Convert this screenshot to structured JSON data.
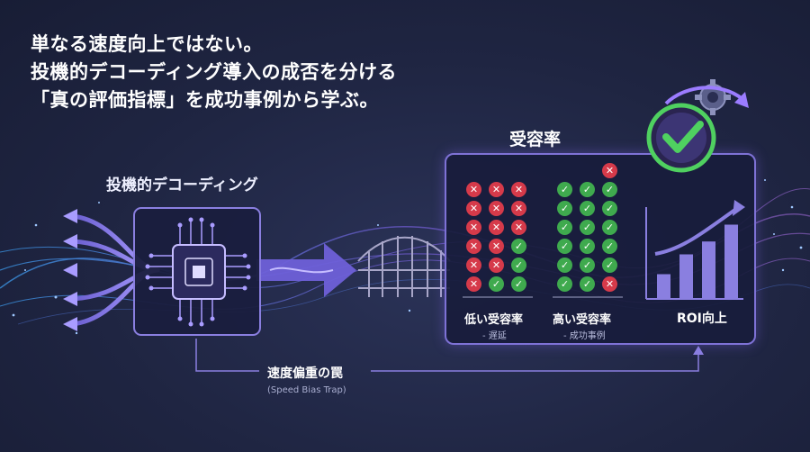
{
  "headline": {
    "line1": "単なる速度向上ではない。",
    "line2": "投機的デコーディング導入の成否を分ける",
    "line3": "「真の評価指標」を成功事例から学ぶ。"
  },
  "diagram": {
    "decoding_title": "投機的デコーディング",
    "acceptance_title": "受容率",
    "low_column": {
      "label": "低い受容率",
      "sub": "- 遅延",
      "rows": [
        [
          "no",
          "no",
          "no"
        ],
        [
          "no",
          "no",
          "no"
        ],
        [
          "no",
          "no",
          "no"
        ],
        [
          "no",
          "no",
          "ok"
        ],
        [
          "no",
          "no",
          "ok"
        ],
        [
          "no",
          "ok",
          "ok"
        ]
      ]
    },
    "high_column": {
      "label": "高い受容率",
      "sub": "- 成功事例",
      "rows": [
        [
          "",
          "",
          "no"
        ],
        [
          "ok",
          "ok",
          "ok"
        ],
        [
          "ok",
          "ok",
          "ok"
        ],
        [
          "ok",
          "ok",
          "ok"
        ],
        [
          "ok",
          "ok",
          "ok"
        ],
        [
          "ok",
          "ok",
          "ok"
        ],
        [
          "ok",
          "ok",
          "no"
        ]
      ]
    },
    "roi_label": "ROI向上",
    "roi_bars": [
      0.25,
      0.45,
      0.58,
      0.75
    ],
    "trap_label": "速度偏重の罠",
    "trap_sub": "(Speed Bias Trap)"
  },
  "icons": [
    "fanout-arrows-icon",
    "chip-icon",
    "arrow-right-icon",
    "bridge-icon",
    "check-badge-icon",
    "gear-icon",
    "trend-arrow-icon"
  ],
  "colors": {
    "accent": "#8a7fe0",
    "ok": "#3faa4e",
    "no": "#d63a4a",
    "background": "#1f2542"
  }
}
